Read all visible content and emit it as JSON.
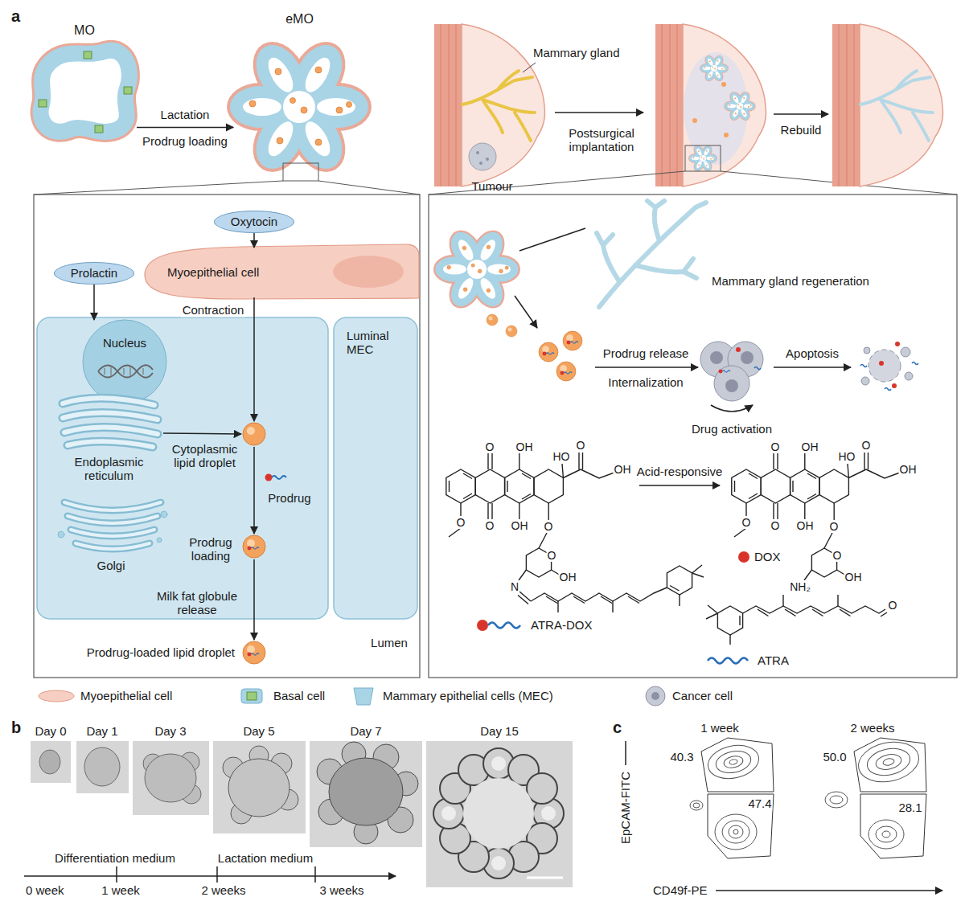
{
  "diagram": {
    "nodes": [
      {
        "text": [
          "MO"
        ]
      },
      {
        "text": [
          "eMO"
        ]
      },
      {
        "text": [
          "Oxytocin"
        ]
      },
      {
        "text": [
          "Prolactin"
        ]
      },
      {
        "text": [
          "Myoepithelial cell"
        ]
      },
      {
        "text": [
          "Nucleus"
        ]
      },
      {
        "text": [
          "Luminal MEC"
        ]
      },
      {
        "text": [
          "Endoplasmic reticulum"
        ]
      },
      {
        "text": [
          "Cytoplasmic lipid droplet"
        ]
      },
      {
        "text": [
          "Prodrug loading"
        ]
      },
      {
        "text": [
          "Golgi"
        ]
      },
      {
        "text": [
          "Prodrug-loaded lipid droplet"
        ]
      }
    ],
    "edges": [
      {
        "from": 0,
        "to": 1,
        "arrow": "to",
        "label": "Lactation"
      },
      {
        "from": 2,
        "to": 4,
        "arrow": "to"
      },
      {
        "from": 3,
        "to": 5,
        "arrow": "to"
      },
      {
        "from": 4,
        "to": 8,
        "arrow": "to",
        "label": "Contraction"
      },
      {
        "from": 7,
        "to": 8,
        "arrow": "to"
      },
      {
        "from": 8,
        "to": 9,
        "arrow": "to"
      },
      {
        "from": 9,
        "to": 11,
        "arrow": "to",
        "label": "Milk fat globule release"
      }
    ],
    "labels": [
      "a",
      "Prodrug loading",
      "Mammary gland",
      "Tumour",
      "Postsurgical implantation",
      "Rebuild",
      "Prodrug",
      "Lumen",
      "Mammary gland regeneration",
      "Prodrug release",
      "Internalization",
      "Apoptosis",
      "Drug activation",
      "Acid-responsive",
      "DOX",
      "ATRA-DOX",
      "ATRA",
      "b",
      "Day 0",
      "Day 1",
      "Day 3",
      "Day 5",
      "Day 7",
      "Day 15",
      "Differentiation medium",
      "Lactation medium",
      "0 week",
      "1 week",
      "2 weeks",
      "3 weeks",
      "c",
      "1 week",
      "2 weeks",
      "40.3",
      "47.4",
      "50.0",
      "28.1",
      "EpCAM-FITC",
      "CD49f-PE",
      "O",
      "OH",
      "HO",
      "O",
      "OH",
      "O",
      "O",
      "OH",
      "O",
      "O",
      "OH",
      "N",
      "O",
      "OH",
      "HO",
      "O",
      "OH",
      "O",
      "O",
      "OH",
      "O",
      "O",
      "OH",
      "NH₂",
      "O"
    ],
    "legend": [
      {
        "text": "Myoepithelial cell"
      },
      {
        "text": "Basal cell"
      },
      {
        "text": "Mammary epithelial cells (MEC)"
      },
      {
        "text": "Cancer cell"
      }
    ]
  }
}
